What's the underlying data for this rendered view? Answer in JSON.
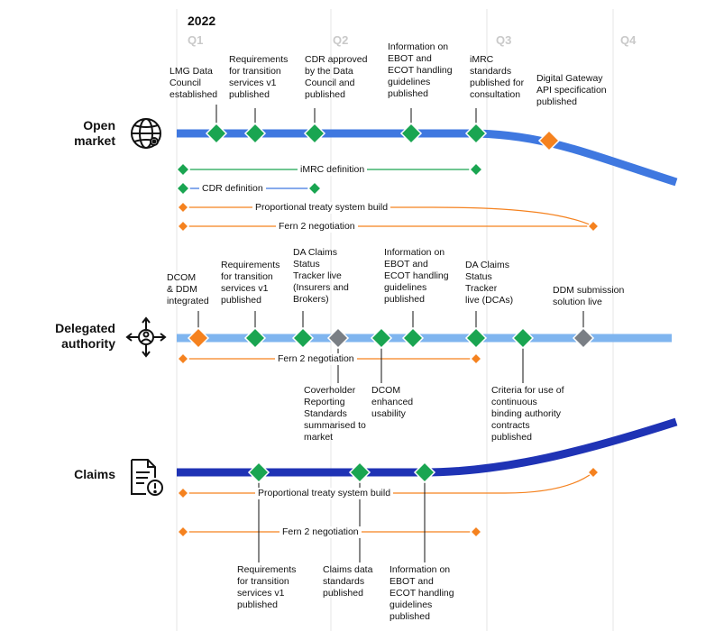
{
  "header": {
    "year": "2022",
    "quarters": [
      "Q1",
      "Q2",
      "Q3",
      "Q4"
    ]
  },
  "colors": {
    "milestone_done": "#1aa551",
    "milestone_planned": "#f5821f",
    "milestone_pending": "#7a7f85",
    "open_market_line": "#3f78e0",
    "delegated_line": "#7fb5ef",
    "claims_line": "#1f33b5",
    "bar_green": "#1aa551",
    "bar_blue": "#3f78e0",
    "bar_orange": "#f5821f"
  },
  "lanes": {
    "open_market": {
      "label": "Open\nmarket",
      "icon": "globe-network-icon",
      "milestones": [
        {
          "text": "LMG Data\nCouncil\nestablished",
          "status": "done"
        },
        {
          "text": "Requirements\nfor transition\nservices v1\npublished",
          "status": "done"
        },
        {
          "text": "CDR approved\nby the Data\nCouncil and\npublished",
          "status": "done"
        },
        {
          "text": "Information on\nEBOT and\nECOT handling\nguidelines\npublished",
          "status": "done"
        },
        {
          "text": "iMRC\nstandards\npublished for\nconsultation",
          "status": "done"
        },
        {
          "text": "Digital Gateway\nAPI specification\npublished",
          "status": "planned"
        }
      ],
      "bars": [
        {
          "label": "iMRC definition",
          "status": "done"
        },
        {
          "label": "CDR definition",
          "status": "done"
        },
        {
          "label": "Proportional treaty system build",
          "status": "planned"
        },
        {
          "label": "Fern 2 negotiation",
          "status": "planned"
        }
      ]
    },
    "delegated_authority": {
      "label": "Delegated\nauthority",
      "icon": "delegation-arrows-icon",
      "milestones_above": [
        {
          "text": "DCOM\n& DDM\nintegrated",
          "status": "planned"
        },
        {
          "text": "Requirements\nfor transition\nservices v1\npublished",
          "status": "done"
        },
        {
          "text": "DA Claims\nStatus\nTracker live\n(Insurers and\nBrokers)",
          "status": "done"
        },
        {
          "text": "Information on\nEBOT and\nECOT handling\nguidelines\npublished",
          "status": "done"
        },
        {
          "text": "DA Claims\nStatus\nTracker\nlive (DCAs)",
          "status": "done"
        },
        {
          "text": "DDM submission\nsolution live",
          "status": "pending"
        }
      ],
      "milestones_below": [
        {
          "text": "Coverholder\nReporting\nStandards\nsummarised to\nmarket",
          "status": "pending"
        },
        {
          "text": "DCOM\nenhanced\nusability",
          "status": "done"
        },
        {
          "text": "Criteria for use of\ncontinuous\nbinding authority\ncontracts\npublished",
          "status": "done"
        }
      ],
      "bars": [
        {
          "label": "Fern 2 negotiation",
          "status": "planned"
        }
      ]
    },
    "claims": {
      "label": "Claims",
      "icon": "claims-document-alert-icon",
      "milestones": [
        {
          "text": "Requirements\nfor transition\nservices v1\npublished",
          "status": "done"
        },
        {
          "text": "Claims data\nstandards\npublished",
          "status": "done"
        },
        {
          "text": "Information on\nEBOT and\nECOT handling\nguidelines\npublished",
          "status": "done"
        }
      ],
      "bars": [
        {
          "label": "Proportional treaty system build",
          "status": "planned"
        },
        {
          "label": "Fern 2 negotiation",
          "status": "planned"
        }
      ]
    }
  }
}
